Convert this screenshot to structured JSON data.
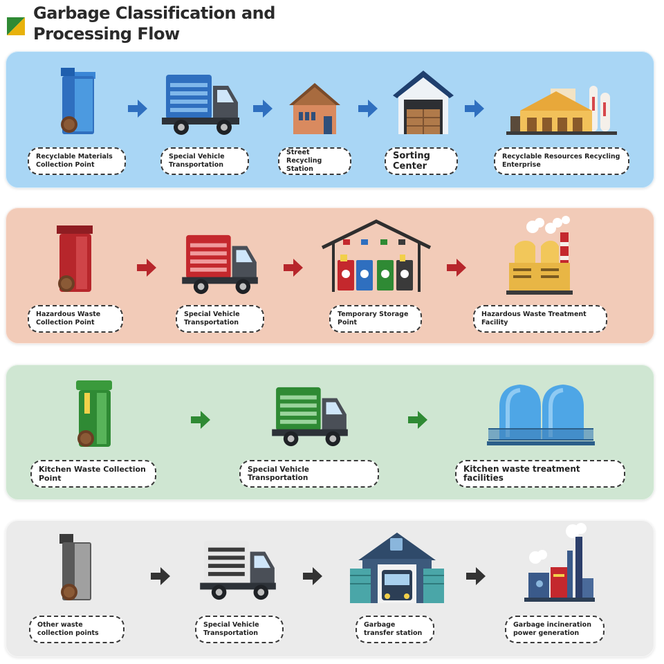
{
  "title": "Garbage Classification and\nProcessing Flow",
  "colors": {
    "recyclable": "#2f6fbf",
    "hazardous": "#b7262b",
    "kitchen": "#2f8a34",
    "other": "#4a4a4a"
  },
  "rows": [
    {
      "name": "recyclable",
      "steps": [
        {
          "label": "Recyclable Materials Collection Point",
          "icon": "bin-icon"
        },
        {
          "label": "Special Vehicle Transportation",
          "icon": "truck-icon"
        },
        {
          "label": "Street Recycling Station",
          "icon": "house-icon"
        },
        {
          "label": "Sorting Center",
          "icon": "warehouse-icon"
        },
        {
          "label": "Recyclable Resources Recycling Enterprise",
          "icon": "factory-icon"
        }
      ]
    },
    {
      "name": "hazardous",
      "steps": [
        {
          "label": "Hazardous Waste Collection Point",
          "icon": "bin-icon"
        },
        {
          "label": "Special Vehicle Transportation",
          "icon": "truck-icon"
        },
        {
          "label": "Temporary Storage Point",
          "icon": "storage-shed-icon"
        },
        {
          "label": "Hazardous Waste Treatment Facility",
          "icon": "treatment-plant-icon"
        }
      ]
    },
    {
      "name": "kitchen",
      "steps": [
        {
          "label": "Kitchen Waste Collection Point",
          "icon": "bin-icon"
        },
        {
          "label": "Special Vehicle Transportation",
          "icon": "truck-icon"
        },
        {
          "label": "Kitchen waste treatment facilities",
          "icon": "tanks-icon"
        }
      ]
    },
    {
      "name": "other",
      "steps": [
        {
          "label": "Other waste collection points",
          "icon": "bin-icon"
        },
        {
          "label": "Special Vehicle Transportation",
          "icon": "truck-icon"
        },
        {
          "label": "Garbage transfer station",
          "icon": "transfer-station-icon"
        },
        {
          "label": "Garbage incineration power generation",
          "icon": "incinerator-icon"
        }
      ]
    }
  ]
}
